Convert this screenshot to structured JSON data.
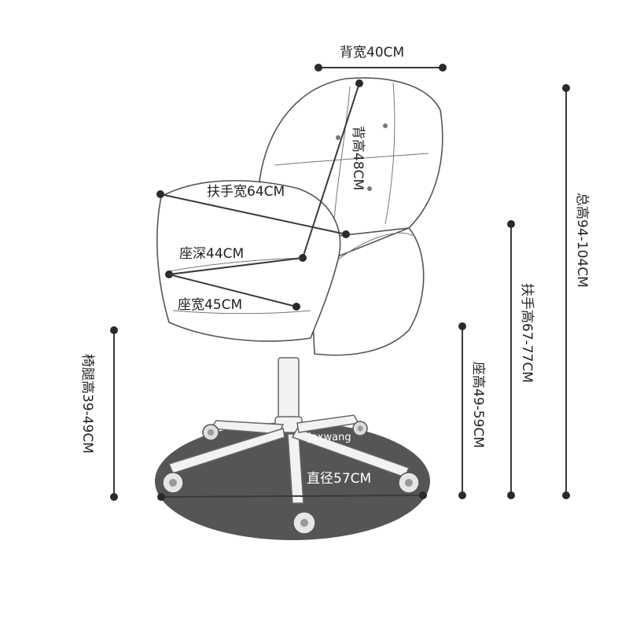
{
  "dimensions": {
    "back_width": "背宽40CM",
    "back_height": "背高48CM",
    "armrest_width": "扶手宽64CM",
    "seat_depth": "座深44CM",
    "seat_width": "座宽45CM",
    "leg_height": "椅腿高39-49CM",
    "seat_height": "座高49-59CM",
    "armrest_height": "扶手高67-77CM",
    "total_height": "总高94-104CM",
    "diameter": "直径57CM"
  },
  "brand": "Jaxwang",
  "colors": {
    "shadow": "#555555",
    "line": "#3a3a3a"
  }
}
